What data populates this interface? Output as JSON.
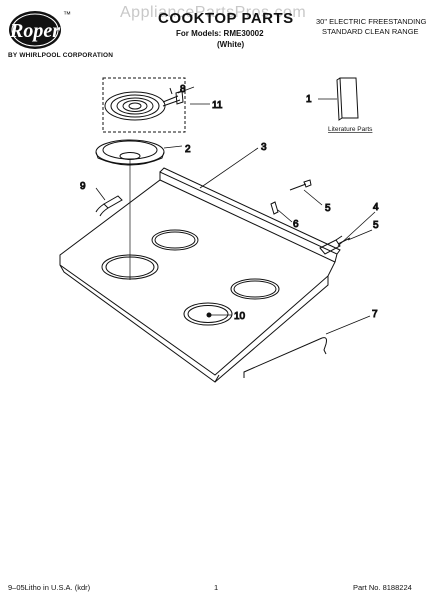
{
  "header": {
    "brand": "Roper",
    "trademark": "™",
    "brand_sub": "BY WHIRLPOOL CORPORATION",
    "watermark": "AppliancePartsPros.com",
    "title": "COOKTOP PARTS",
    "models": "For Models: RME30002",
    "color": "(White)",
    "description_line1": "30\" ELECTRIC FREESTANDING",
    "description_line2": "STANDARD CLEAN RANGE"
  },
  "diagram": {
    "callouts": [
      "1",
      "2",
      "3",
      "4",
      "5",
      "5",
      "6",
      "7",
      "8",
      "9",
      "10",
      "11"
    ],
    "literature_label": "Literature Parts"
  },
  "footer": {
    "left": "9–05Litho in U.S.A. (kdr)",
    "center": "1",
    "right": "Part No. 8188224"
  },
  "colors": {
    "ink": "#111111",
    "watermark": "#c8c8c8",
    "logo": "#111111"
  }
}
